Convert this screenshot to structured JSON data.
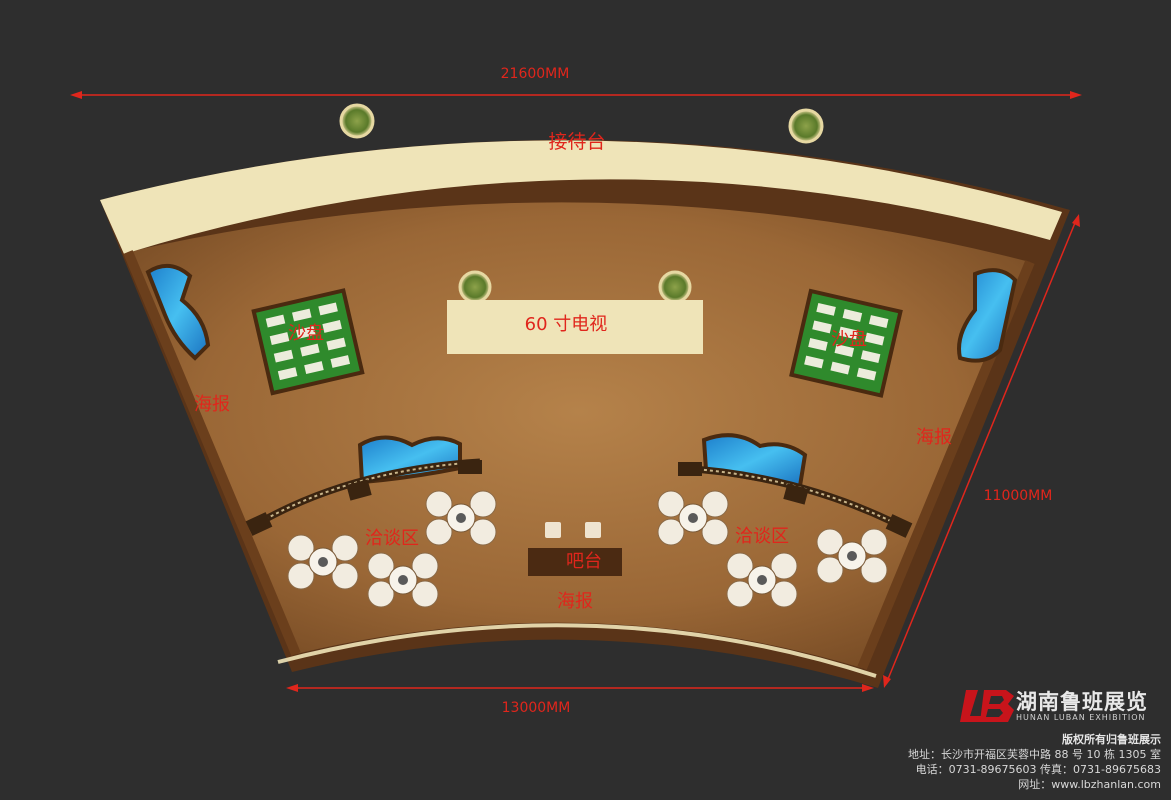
{
  "labels": {
    "reception": "接待台",
    "tv": "60 寸电视",
    "sand_left": "沙盘",
    "sand_right": "沙盘",
    "poster_left": "海报",
    "poster_right": "海报",
    "poster_bottom": "海报",
    "nego_left": "洽谈区",
    "nego_right": "洽谈区",
    "bar": "吧台"
  },
  "dimensions": {
    "top": "21600MM",
    "bottom": "13000MM",
    "right": "11000MM"
  },
  "logo": {
    "mark": "LB",
    "name_cn": "湖南鲁班展览",
    "name_en": "HUNAN LUBAN EXHIBITION"
  },
  "info": {
    "copyright": "版权所有归鲁班展示",
    "address": "地址：长沙市开福区芙蓉中路 88 号 10 栋 1305 室",
    "phone": "电话：0731-89675603  传真：0731-89675683",
    "website": "网址：www.lbzhanlan.com"
  },
  "colors": {
    "background": "#2e2e2e",
    "label_red": "#e0261c",
    "wall_cream": "#efe4b8",
    "floor_brown": "#a8743f",
    "sand_table_green": "#2f8a2c",
    "water_blue": "#2aa3e0"
  }
}
